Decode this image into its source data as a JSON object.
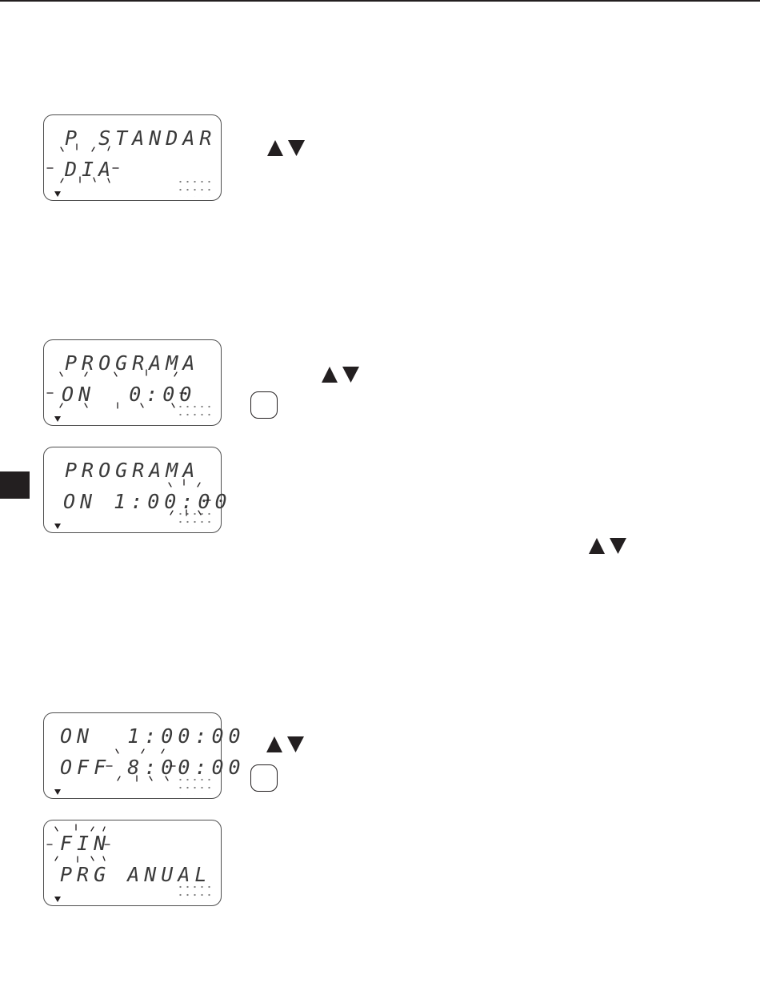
{
  "displays": [
    {
      "line1": "P STANDAR",
      "line2": "DIA"
    },
    {
      "line1": "PROGRAMA",
      "line2": "ON  0:00"
    },
    {
      "line1": "PROGRAMA",
      "line2": "ON 1:00:00"
    },
    {
      "line1": "ON  1:00:00",
      "line2": "OFF 8:00:00"
    },
    {
      "line1": "FIN",
      "line2": "PRG ANUAL"
    }
  ],
  "icons": {
    "up_down_arrows": "up-down-arrows-icon",
    "blank_key": "key-button-icon",
    "display_marker": "triangle-down-icon"
  },
  "colors": {
    "ink": "#231f20",
    "lcd_border": "#4d4d4d",
    "lcd_segments": "#3a3a3a"
  }
}
